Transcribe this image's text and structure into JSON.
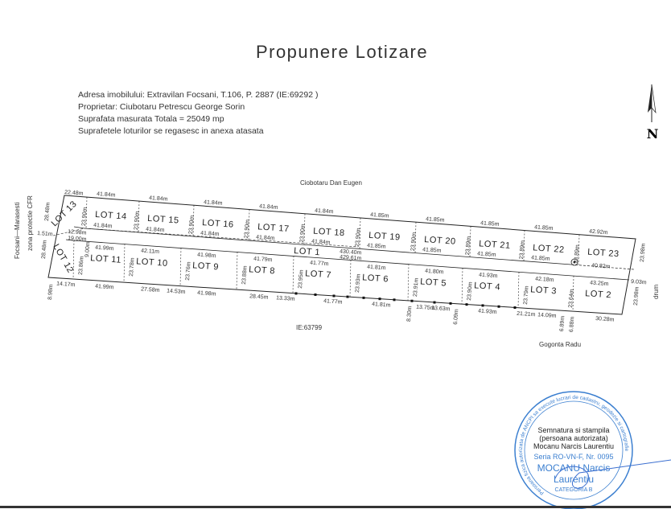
{
  "title": "Propunere Lotizare",
  "info": {
    "address": "Adresa imobilului: Extravilan Focsani, T.106, P. 2887 (IE:69292 )",
    "owner": "Proprietar: Ciubotaru  Petrescu George Sorin",
    "area": "Suprafata masurata Totala = 25049 mp",
    "note": "Suprafetele loturilor se regasesc in anexa atasata"
  },
  "north_label": "N",
  "neighbors": {
    "north": "Ciobotaru Dan Eugen",
    "south_ie": "IE:63799",
    "south_east": "Gogonta Radu",
    "east": "drum",
    "west_line1": "Focsani—Marasesti",
    "west_line2": "zona protectie CFR"
  },
  "lots": [
    "LOT 1",
    "LOT 2",
    "LOT 3",
    "LOT 4",
    "LOT 5",
    "LOT 6",
    "LOT 7",
    "LOT 8",
    "LOT 9",
    "LOT 10",
    "LOT 11",
    "LOT 12",
    "LOT 13",
    "LOT 14",
    "LOT 15",
    "LOT 16",
    "LOT 17",
    "LOT 18",
    "LOT 19",
    "LOT 20",
    "LOT 21",
    "LOT 22",
    "LOT 23"
  ],
  "dimensions": {
    "top_edge": [
      "22.48m",
      "41.84m",
      "41.84m",
      "41.84m",
      "41.84m",
      "41.84m",
      "41.85m",
      "41.85m",
      "41.85m",
      "41.85m",
      "42.92m"
    ],
    "upper_row_bottom": [
      "12.98m",
      "41.84m",
      "41.84m",
      "41.84m",
      "41.84m",
      "41.84m",
      "41.85m",
      "41.85m",
      "41.85m",
      "41.85m",
      "40.82m"
    ],
    "road": [
      "1.51m",
      "19.00m",
      "430.40m",
      "429.61m",
      "9.03m"
    ],
    "lower_row_top": [
      "41.99m",
      "42.11m",
      "41.98m",
      "41.79m",
      "41.77m",
      "41.81m",
      "41.80m",
      "41.93m",
      "42.18m",
      "43.25m"
    ],
    "bottom_edge": [
      "14.17m",
      "41.99m",
      "27.58m",
      "14.53m",
      "41.98m",
      "28.45m",
      "13.33m",
      "41.77m",
      "41.81m",
      "13.75m",
      "13.63m",
      "41.93m",
      "21.21m",
      "14.09m",
      "30.28m"
    ],
    "vertical": [
      "28.48m",
      "28.48m",
      "23.90m",
      "23.90m",
      "23.90m",
      "23.90m",
      "23.90m",
      "23.90m",
      "23.90m",
      "23.89m",
      "23.89m",
      "23.89m",
      "23.98m",
      "23.86m",
      "23.78m",
      "23.76m",
      "23.88m",
      "23.95m",
      "23.93m",
      "23.91m",
      "23.90m",
      "23.79m",
      "23.64m",
      "23.98m",
      "9.00m",
      "8.98m",
      "6.09m",
      "6.89m",
      "6.88m",
      "8.30m"
    ]
  },
  "stamp": {
    "signature_lines": [
      "Semnatura si stampila",
      "(persoana autorizata)",
      "Mocanu Narcis Laurentiu"
    ],
    "ring_text": "Persoana fizica autorizata de ANCPI sa execute lucrari de cadastru, geodezie si cartografie",
    "series": "Seria RO-VN-F, Nr. 0095",
    "name1": "MOCANU Narcis",
    "name2": "Laurentiu",
    "category": "CATEGORIA B",
    "color": "#3b7fd0"
  }
}
